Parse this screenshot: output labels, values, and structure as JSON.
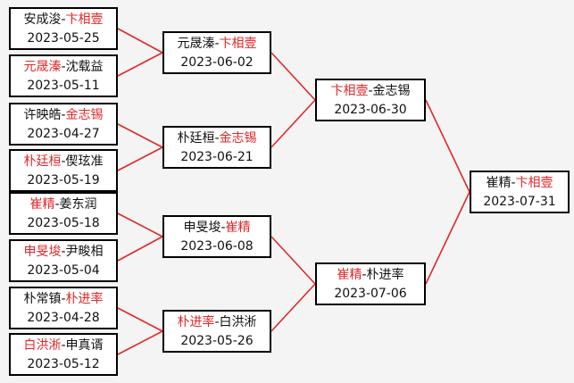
{
  "colors": {
    "winner": "#e0282a",
    "connector": "#e0282a",
    "text": "#111111",
    "border": "#000000"
  },
  "round1": [
    {
      "p1": "安成浚",
      "p2": "卞相壹",
      "winner": 2,
      "date": "2023-05-25"
    },
    {
      "p1": "元晟溱",
      "p2": "沈载益",
      "winner": 1,
      "date": "2023-05-11"
    },
    {
      "p1": "许映皓",
      "p2": "金志锡",
      "winner": 2,
      "date": "2023-04-27"
    },
    {
      "p1": "朴廷桓",
      "p2": "偰玹准",
      "winner": 1,
      "date": "2023-05-19"
    },
    {
      "p1": "崔精",
      "p2": "姜东润",
      "winner": 1,
      "date": "2023-05-18"
    },
    {
      "p1": "申旻埈",
      "p2": "尹畯相",
      "winner": 1,
      "date": "2023-05-04"
    },
    {
      "p1": "朴常镇",
      "p2": "朴进率",
      "winner": 2,
      "date": "2023-04-28"
    },
    {
      "p1": "白洪淅",
      "p2": "申真谞",
      "winner": 1,
      "date": "2023-05-12"
    }
  ],
  "round2": [
    {
      "p1": "元晟溱",
      "p2": "卞相壹",
      "winner": 2,
      "date": "2023-06-02"
    },
    {
      "p1": "朴廷桓",
      "p2": "金志锡",
      "winner": 2,
      "date": "2023-06-21"
    },
    {
      "p1": "申旻埈",
      "p2": "崔精",
      "winner": 2,
      "date": "2023-06-08"
    },
    {
      "p1": "朴进率",
      "p2": "白洪淅",
      "winner": 1,
      "date": "2023-05-26"
    }
  ],
  "round3": [
    {
      "p1": "卞相壹",
      "p2": "金志锡",
      "winner": 1,
      "date": "2023-06-30"
    },
    {
      "p1": "崔精",
      "p2": "朴进率",
      "winner": 1,
      "date": "2023-07-06"
    }
  ],
  "round4": [
    {
      "p1": "崔精",
      "p2": "卞相壹",
      "winner": 2,
      "date": "2023-07-31"
    }
  ]
}
